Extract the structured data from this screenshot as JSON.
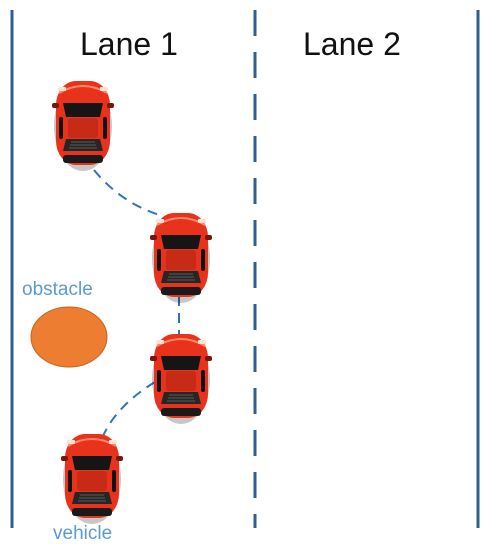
{
  "lanes": [
    {
      "label": "Lane 1"
    },
    {
      "label": "Lane 2"
    }
  ],
  "labels": {
    "obstacle": "obstacle",
    "vehicle": "vehicle"
  },
  "icons": {
    "car": "red-sports-car-top-view-icon",
    "obstacle": "orange-ellipse-obstacle"
  },
  "colors": {
    "road_line": "#2e5f8f",
    "path": "#2f75b5",
    "label": "#5b9bd5",
    "car_body": "#e8321c",
    "obstacle": "#ed7d31"
  }
}
